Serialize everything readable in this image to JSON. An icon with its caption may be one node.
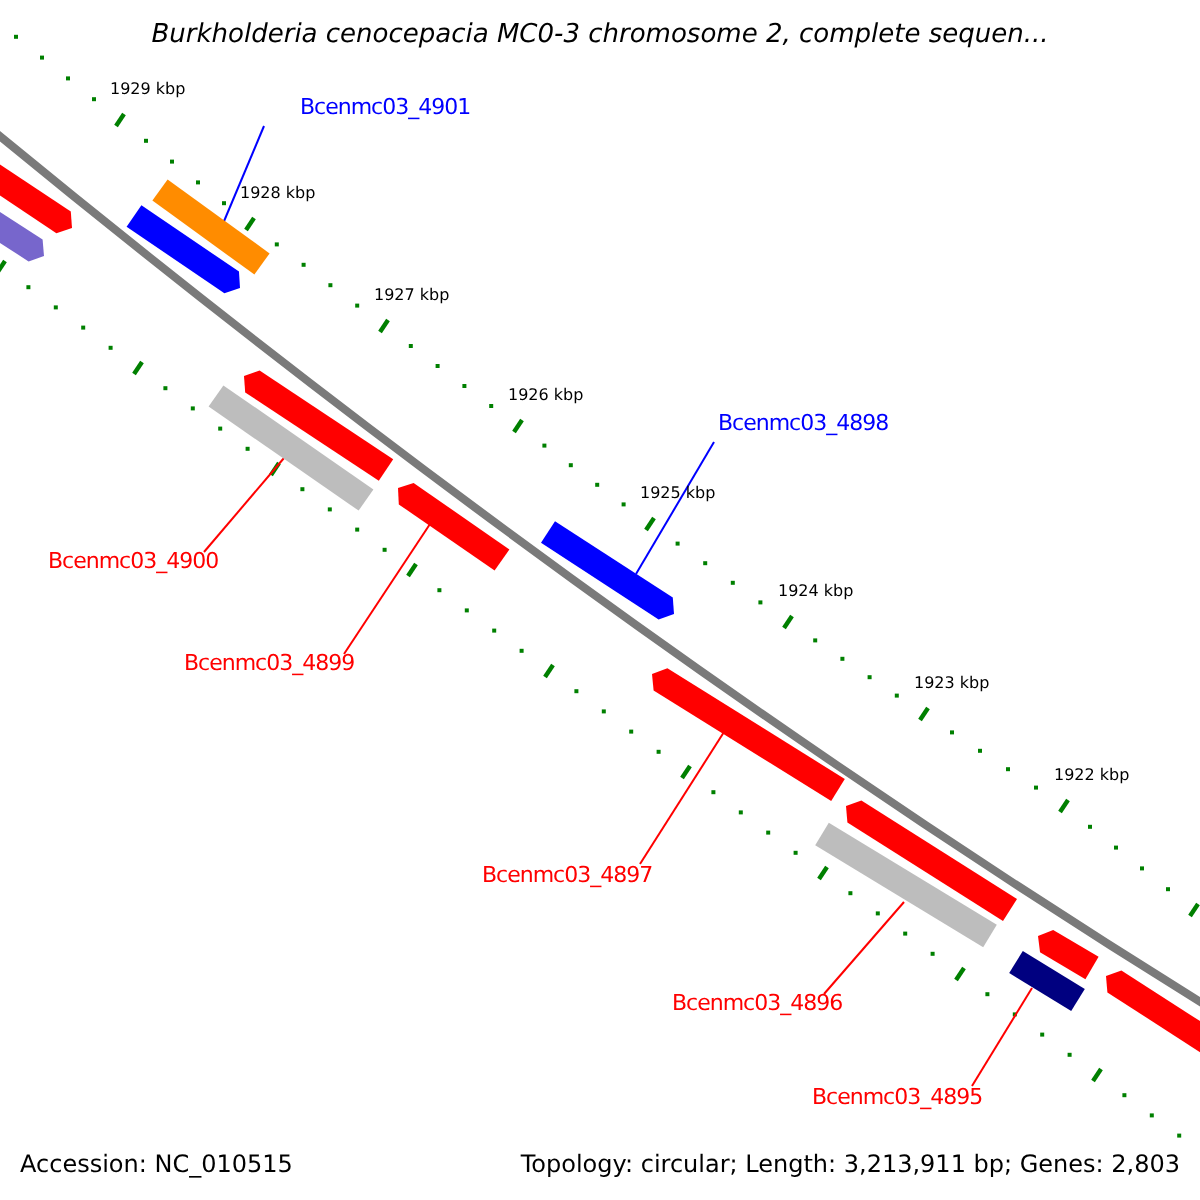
{
  "diagram": {
    "title": "Burkholderia cenocepacia MC0-3 chromosome 2, complete sequen...",
    "nodes": [
      {
        "text": [
          "Bcenmc03_4901"
        ]
      },
      {
        "text": [
          "Bcenmc03_4898"
        ]
      },
      {
        "text": [
          "Bcenmc03_4900"
        ]
      },
      {
        "text": [
          "Bcenmc03_4899"
        ]
      },
      {
        "text": [
          "Bcenmc03_4897"
        ]
      },
      {
        "text": [
          "Bcenmc03_4896"
        ]
      },
      {
        "text": [
          "Bcenmc03_4895"
        ]
      },
      {
        "text": [],
        "shape": "bar"
      },
      {
        "text": [],
        "shape": "bar"
      },
      {
        "text": [],
        "shape": "bar"
      },
      {
        "text": [],
        "shape": "bar"
      },
      {
        "text": [],
        "shape": "bar"
      },
      {
        "text": [],
        "shape": "bar"
      },
      {
        "text": [],
        "shape": "bar"
      },
      {
        "text": [],
        "shape": "bar"
      },
      {
        "text": [],
        "shape": "bar"
      },
      {
        "text": [],
        "shape": "bar"
      },
      {
        "text": [],
        "shape": "bar"
      },
      {
        "text": [],
        "shape": "bar"
      },
      {
        "text": [],
        "shape": "bar"
      },
      {
        "text": [],
        "shape": "bar"
      }
    ],
    "edges": [
      {
        "from": 0,
        "to": 10,
        "arrow": "none",
        "color": "#0000ff"
      },
      {
        "from": 1,
        "to": 14,
        "arrow": "none",
        "color": "#0000ff"
      },
      {
        "from": 2,
        "to": 11,
        "arrow": "none"
      },
      {
        "from": 3,
        "to": 13,
        "arrow": "none"
      },
      {
        "from": 4,
        "to": 15,
        "arrow": "none"
      },
      {
        "from": 5,
        "to": 16,
        "arrow": "none"
      },
      {
        "from": 6,
        "to": 18,
        "arrow": "none"
      }
    ],
    "labels": [
      "1929 kbp",
      "1928 kbp",
      "1927 kbp",
      "1926 kbp",
      "1925 kbp",
      "1924 kbp",
      "1923 kbp",
      "1922 kbp",
      "Accession: NC_010515",
      "Topology: circular; Length: 3,213,911 bp; Genes: 2,803"
    ]
  }
}
